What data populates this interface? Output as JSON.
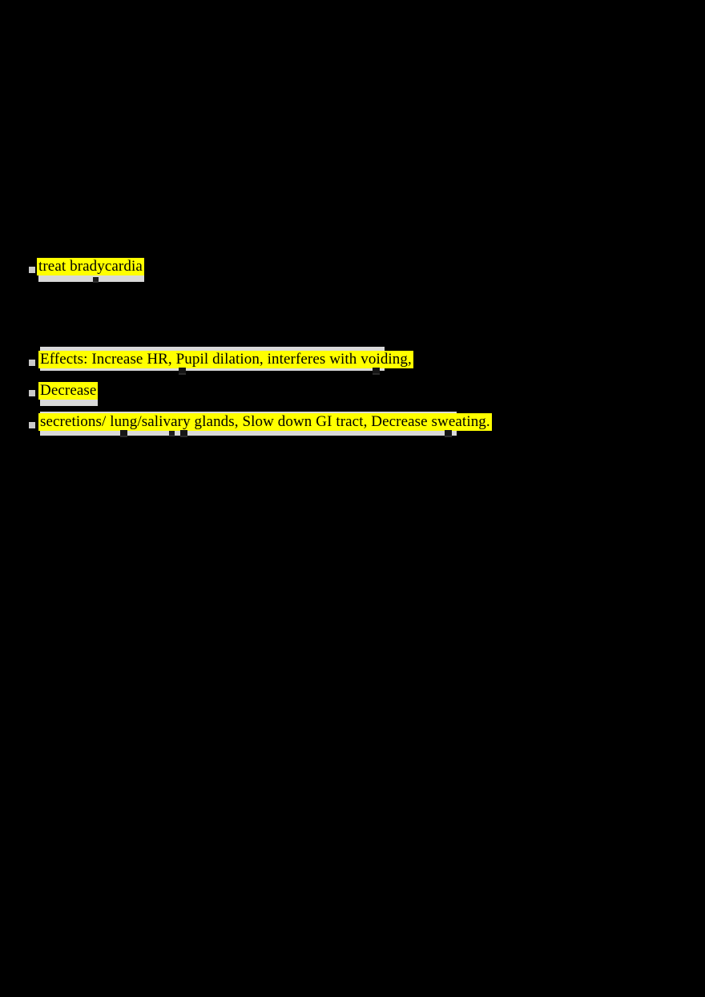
{
  "page": {
    "background_color": "#000000",
    "highlight_color": "#ffff00",
    "text_color": "#000000",
    "shadow_color": "#d9d9d9",
    "marker_color": "#c9c9c9"
  },
  "lines": [
    {
      "id": "line-treat-bradycardia",
      "text": "treat bradycardia",
      "highlighted": true
    },
    {
      "id": "line-effects",
      "text": "Effects: Increase HR, Pupil dilation, interferes with voiding,",
      "highlighted": true
    },
    {
      "id": "line-decrease",
      "text": "Decrease",
      "highlighted": true
    },
    {
      "id": "line-secretions",
      "text": "secretions/ lung/salivary glands, Slow down GI tract, Decrease sweating.",
      "highlighted": true
    }
  ]
}
